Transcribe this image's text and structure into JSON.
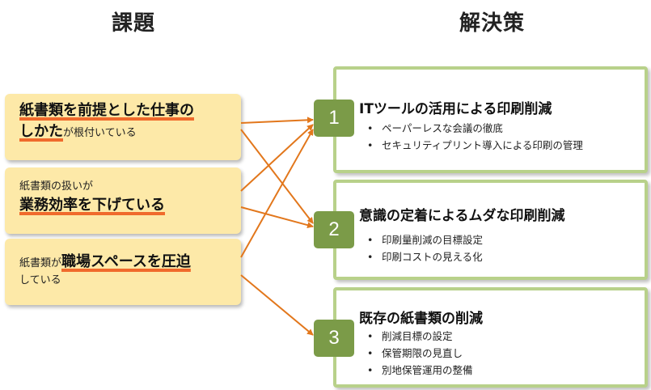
{
  "headings": {
    "left": "課題",
    "right": "解決策"
  },
  "problems": [
    {
      "line1_main": "紙書類を前提とした仕事の",
      "line2_main": "しかた",
      "line2_suffix": "が根付いている"
    },
    {
      "line1": "紙書類の扱いが",
      "line2_main": "業務効率を下げている"
    },
    {
      "line1_prefix": "紙書類が",
      "line1_main": "職場スペースを圧迫",
      "line2": "している"
    }
  ],
  "solutions": [
    {
      "number": "1",
      "title": "ITツールの活用による印刷削減",
      "bullets": [
        "ペーパーレスな会議の徹底",
        "セキュリティプリント導入による印刷の管理"
      ]
    },
    {
      "number": "2",
      "title": "意識の定着によるムダな印刷削減",
      "bullets": [
        "印刷量削減の目標設定",
        "印刷コストの見える化"
      ]
    },
    {
      "number": "3",
      "title": "既存の紙書類の削減",
      "bullets": [
        "削減目標の設定",
        "保管期限の見直し",
        "別地保管運用の整備"
      ]
    }
  ],
  "colors": {
    "arrow": "#e2771c",
    "problem_bg": "#fde9a8",
    "highlight": "#f06a2c",
    "solution_border": "#b8d18a",
    "badge": "#7b9b48"
  }
}
